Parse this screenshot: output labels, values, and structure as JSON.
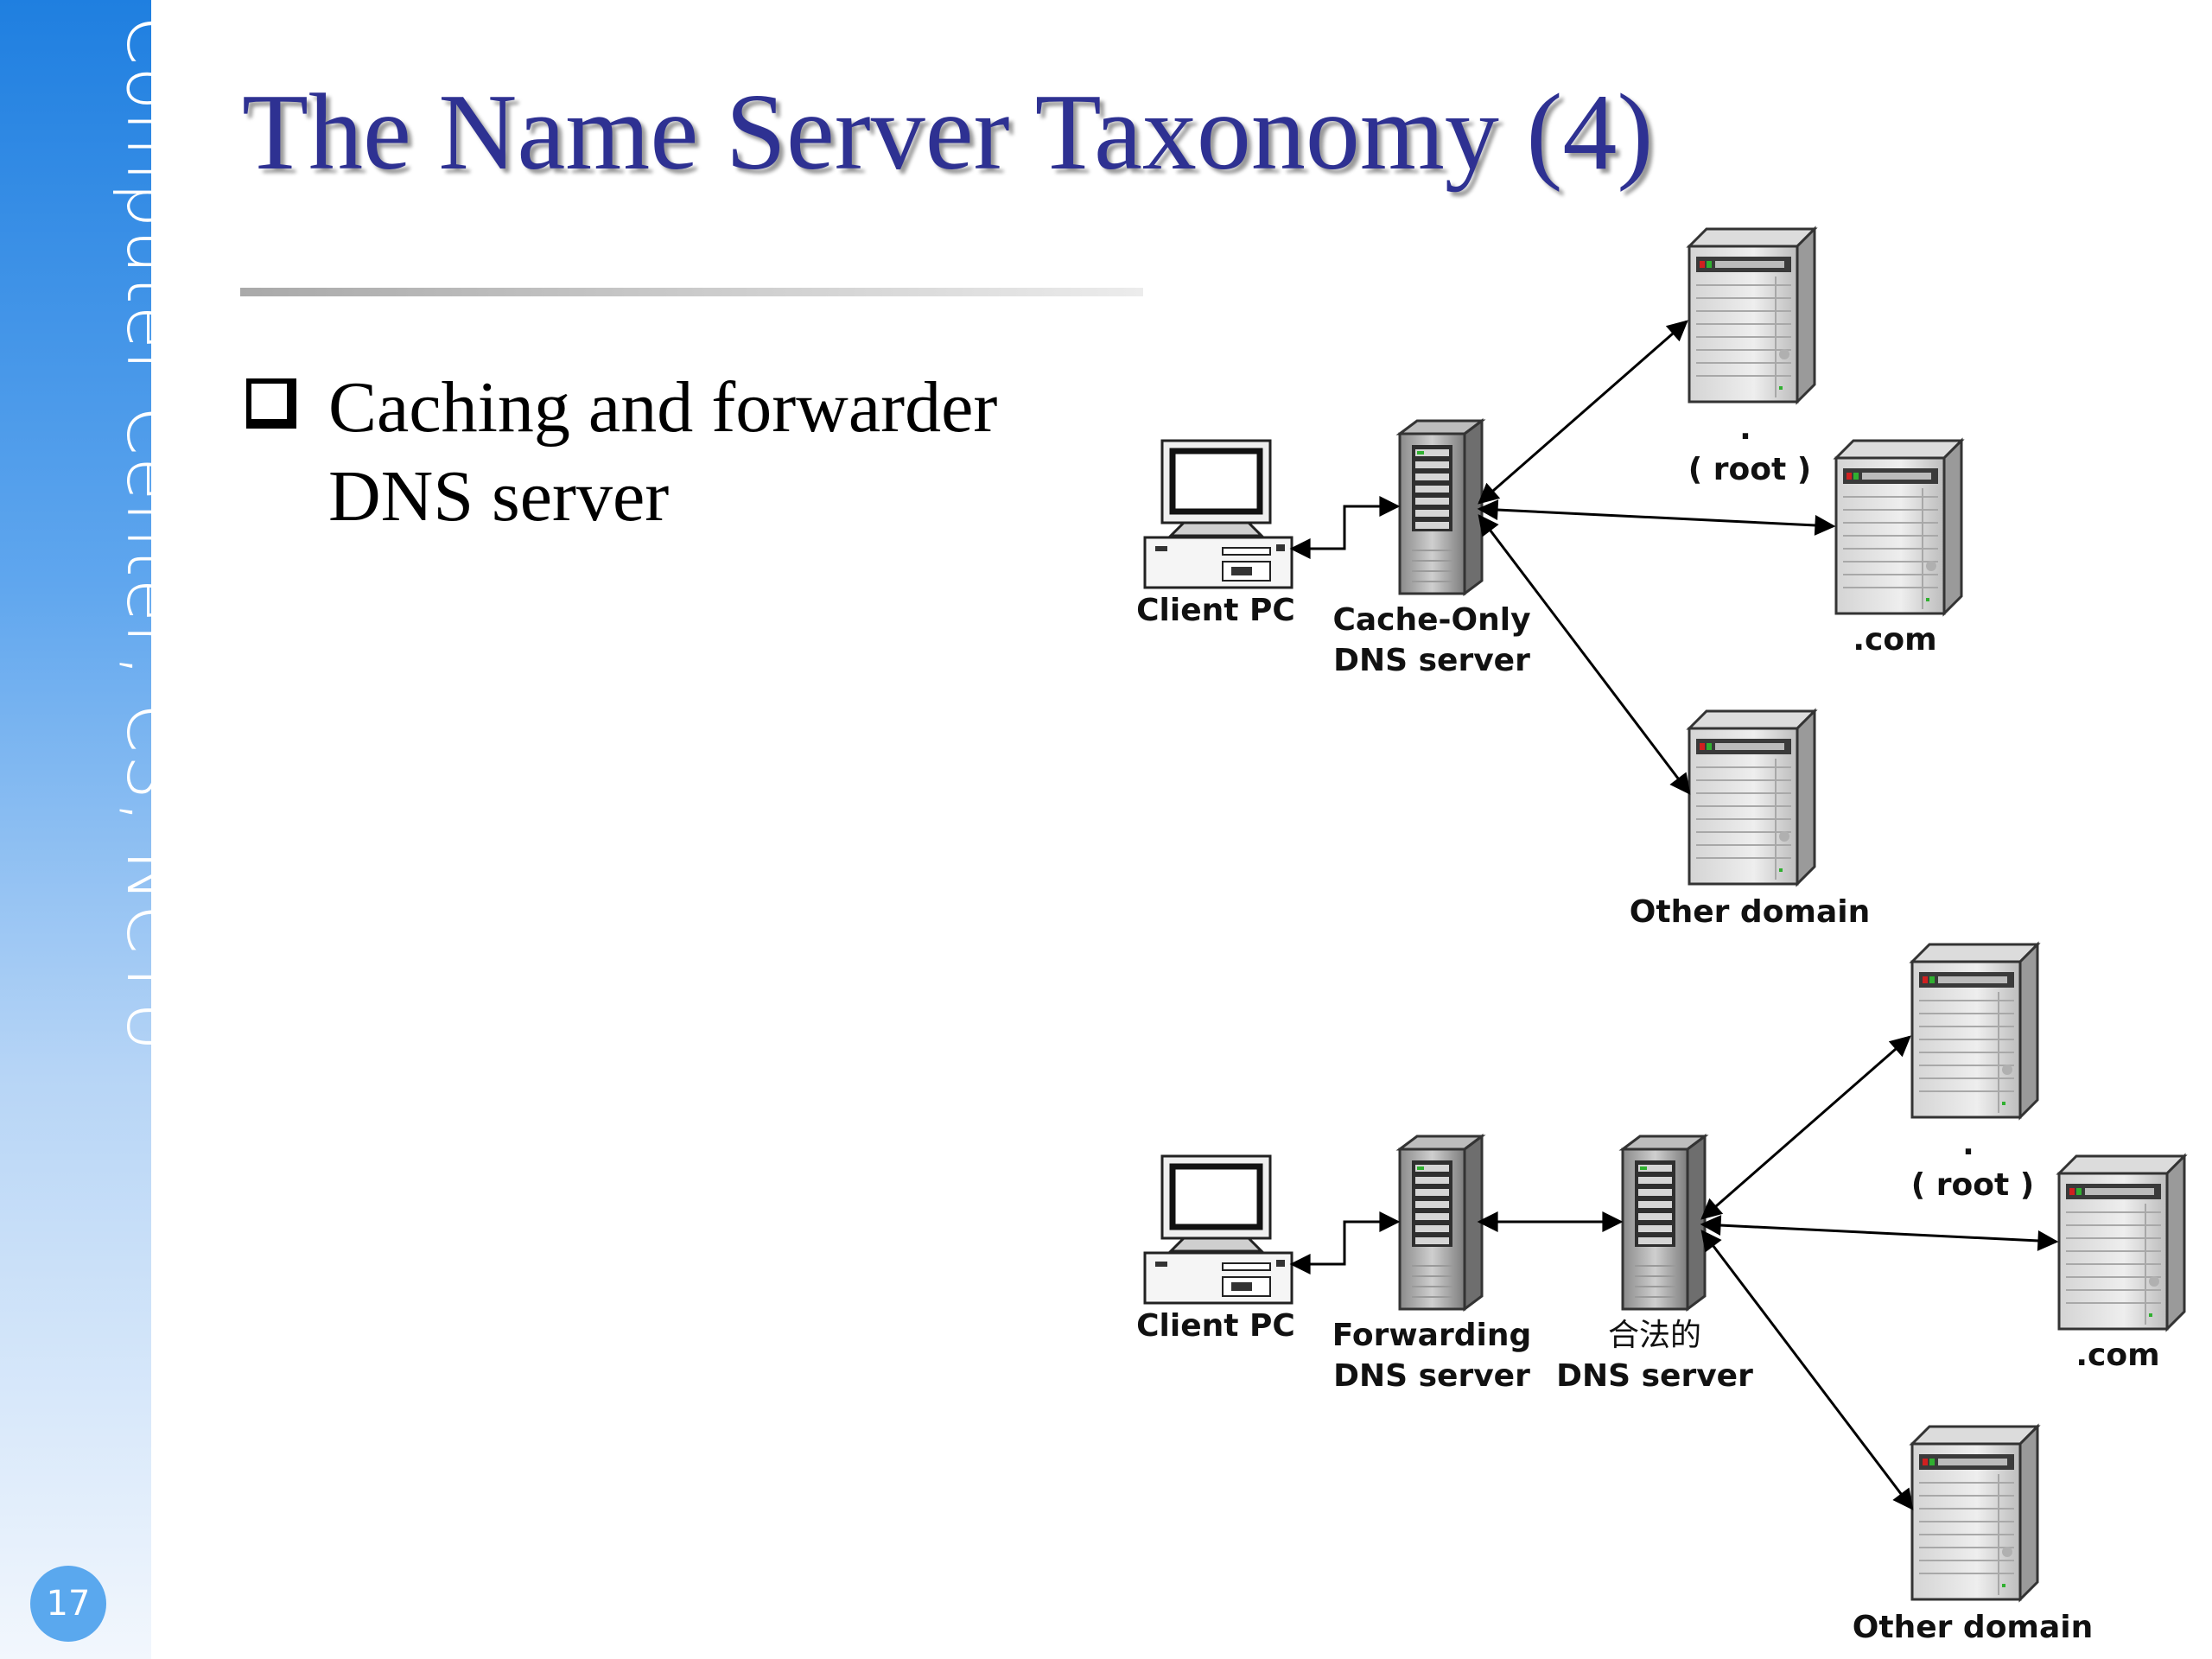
{
  "sidebar": {
    "org": "Computer Center, CS, NCTU",
    "page_number": "17"
  },
  "slide": {
    "title": "The Name Server Taxonomy (4)",
    "bullet": [
      "Caching and forwarder",
      "DNS server"
    ]
  },
  "diagram1": {
    "client": "Client PC",
    "cache_server": [
      "Cache-Only",
      "DNS server"
    ],
    "root_dot": ".",
    "root": "( root )",
    "com": ".com",
    "other": "Other domain"
  },
  "diagram2": {
    "client": "Client PC",
    "forwarding_server": [
      "Forwarding",
      "DNS server"
    ],
    "legit_server": [
      "合法的",
      "DNS server"
    ],
    "root_dot": ".",
    "root": "( root )",
    "com": ".com",
    "other": "Other domain"
  }
}
